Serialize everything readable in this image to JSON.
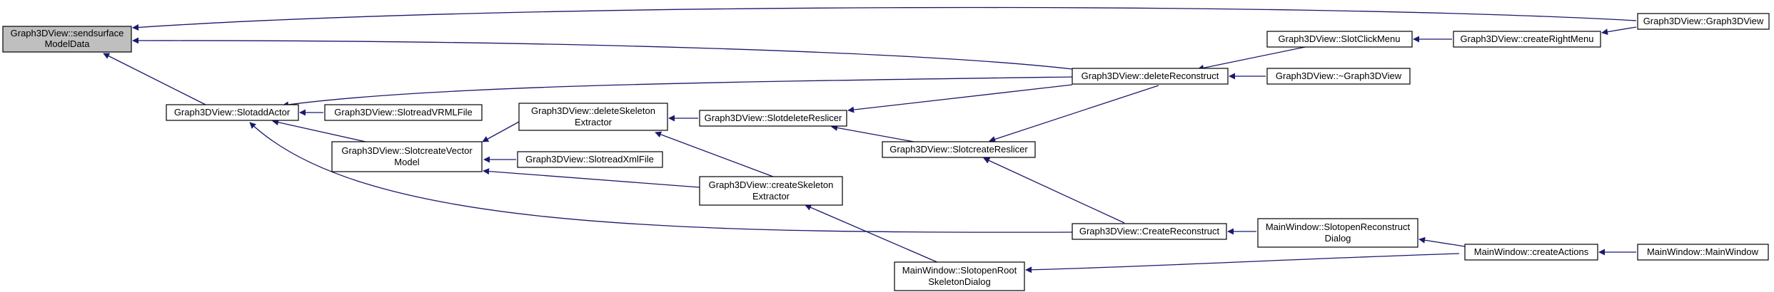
{
  "colors": {
    "edge": "#191970",
    "root_fill": "#bfbfbf",
    "node_fill": "#ffffff",
    "border": "#000000"
  },
  "nodes": {
    "sendsurface": [
      "Graph3DView::sendsurface",
      "ModelData"
    ],
    "slotaddactor": [
      "Graph3DView::SlotaddActor"
    ],
    "slotreadvrml": [
      "Graph3DView::SlotreadVRMLFile"
    ],
    "slotcreatevector": [
      "Graph3DView::SlotcreateVector",
      "Model"
    ],
    "deleteskeleton": [
      "Graph3DView::deleteSkeleton",
      "Extractor"
    ],
    "slotreadxml": [
      "Graph3DView::SlotreadXmlFile"
    ],
    "slotdeletereslicer": [
      "Graph3DView::SlotdeleteReslicer"
    ],
    "createskeleton": [
      "Graph3DView::createSkeleton",
      "Extractor"
    ],
    "slotcreatereslicer": [
      "Graph3DView::SlotcreateReslicer"
    ],
    "deletereconstruct": [
      "Graph3DView::deleteReconstruct"
    ],
    "createreconstruct": [
      "Graph3DView::CreateReconstruct"
    ],
    "openroot": [
      "MainWindow::SlotopenRoot",
      "SkeletonDialog"
    ],
    "slotclickmenu": [
      "Graph3DView::SlotClickMenu"
    ],
    "destructor": [
      "Graph3DView::~Graph3DView"
    ],
    "openreconstruct": [
      "MainWindow::SlotopenReconstruct",
      "Dialog"
    ],
    "createrightmenu": [
      "Graph3DView::createRightMenu"
    ],
    "createactions": [
      "MainWindow::createActions"
    ],
    "graph3dview": [
      "Graph3DView::Graph3DView"
    ],
    "mainwindow": [
      "MainWindow::MainWindow"
    ]
  }
}
